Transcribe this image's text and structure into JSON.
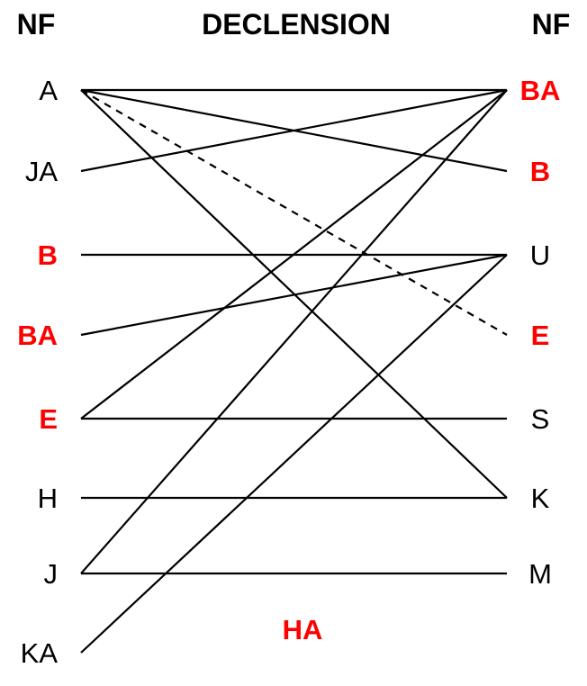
{
  "headers": {
    "left": "NF",
    "center": "DECLENSION",
    "right": "NF"
  },
  "colors": {
    "text": "#000000",
    "highlight": "#ff0000",
    "line": "#000000",
    "background": "#ffffff"
  },
  "left_nodes": [
    {
      "id": "A",
      "label": "A",
      "highlight": false
    },
    {
      "id": "JA",
      "label": "JA",
      "highlight": false
    },
    {
      "id": "B",
      "label": "B",
      "highlight": true
    },
    {
      "id": "BA",
      "label": "BA",
      "highlight": true
    },
    {
      "id": "E",
      "label": "E",
      "highlight": true
    },
    {
      "id": "H",
      "label": "H",
      "highlight": false
    },
    {
      "id": "J",
      "label": "J",
      "highlight": false
    },
    {
      "id": "KA",
      "label": "KA",
      "highlight": false
    }
  ],
  "right_nodes": [
    {
      "id": "BA",
      "label": "BA",
      "highlight": true
    },
    {
      "id": "B",
      "label": "B",
      "highlight": true
    },
    {
      "id": "U",
      "label": "U",
      "highlight": false
    },
    {
      "id": "E",
      "label": "E",
      "highlight": true
    },
    {
      "id": "S",
      "label": "S",
      "highlight": false
    },
    {
      "id": "K",
      "label": "K",
      "highlight": false
    },
    {
      "id": "M",
      "label": "M",
      "highlight": false
    }
  ],
  "edges": [
    {
      "from": "A",
      "to": "BA",
      "style": "solid"
    },
    {
      "from": "A",
      "to": "B",
      "style": "solid"
    },
    {
      "from": "A",
      "to": "E",
      "style": "dashed"
    },
    {
      "from": "A",
      "to": "K",
      "style": "solid"
    },
    {
      "from": "JA",
      "to": "BA",
      "style": "solid"
    },
    {
      "from": "B",
      "to": "U",
      "style": "solid"
    },
    {
      "from": "BA",
      "to": "U",
      "style": "solid"
    },
    {
      "from": "E",
      "to": "BA",
      "style": "solid"
    },
    {
      "from": "E",
      "to": "S",
      "style": "solid"
    },
    {
      "from": "H",
      "to": "K",
      "style": "solid"
    },
    {
      "from": "J",
      "to": "BA",
      "style": "solid"
    },
    {
      "from": "J",
      "to": "M",
      "style": "solid"
    },
    {
      "from": "KA",
      "to": "U",
      "style": "solid"
    }
  ],
  "footer_label": {
    "text": "HA",
    "highlight": true
  }
}
